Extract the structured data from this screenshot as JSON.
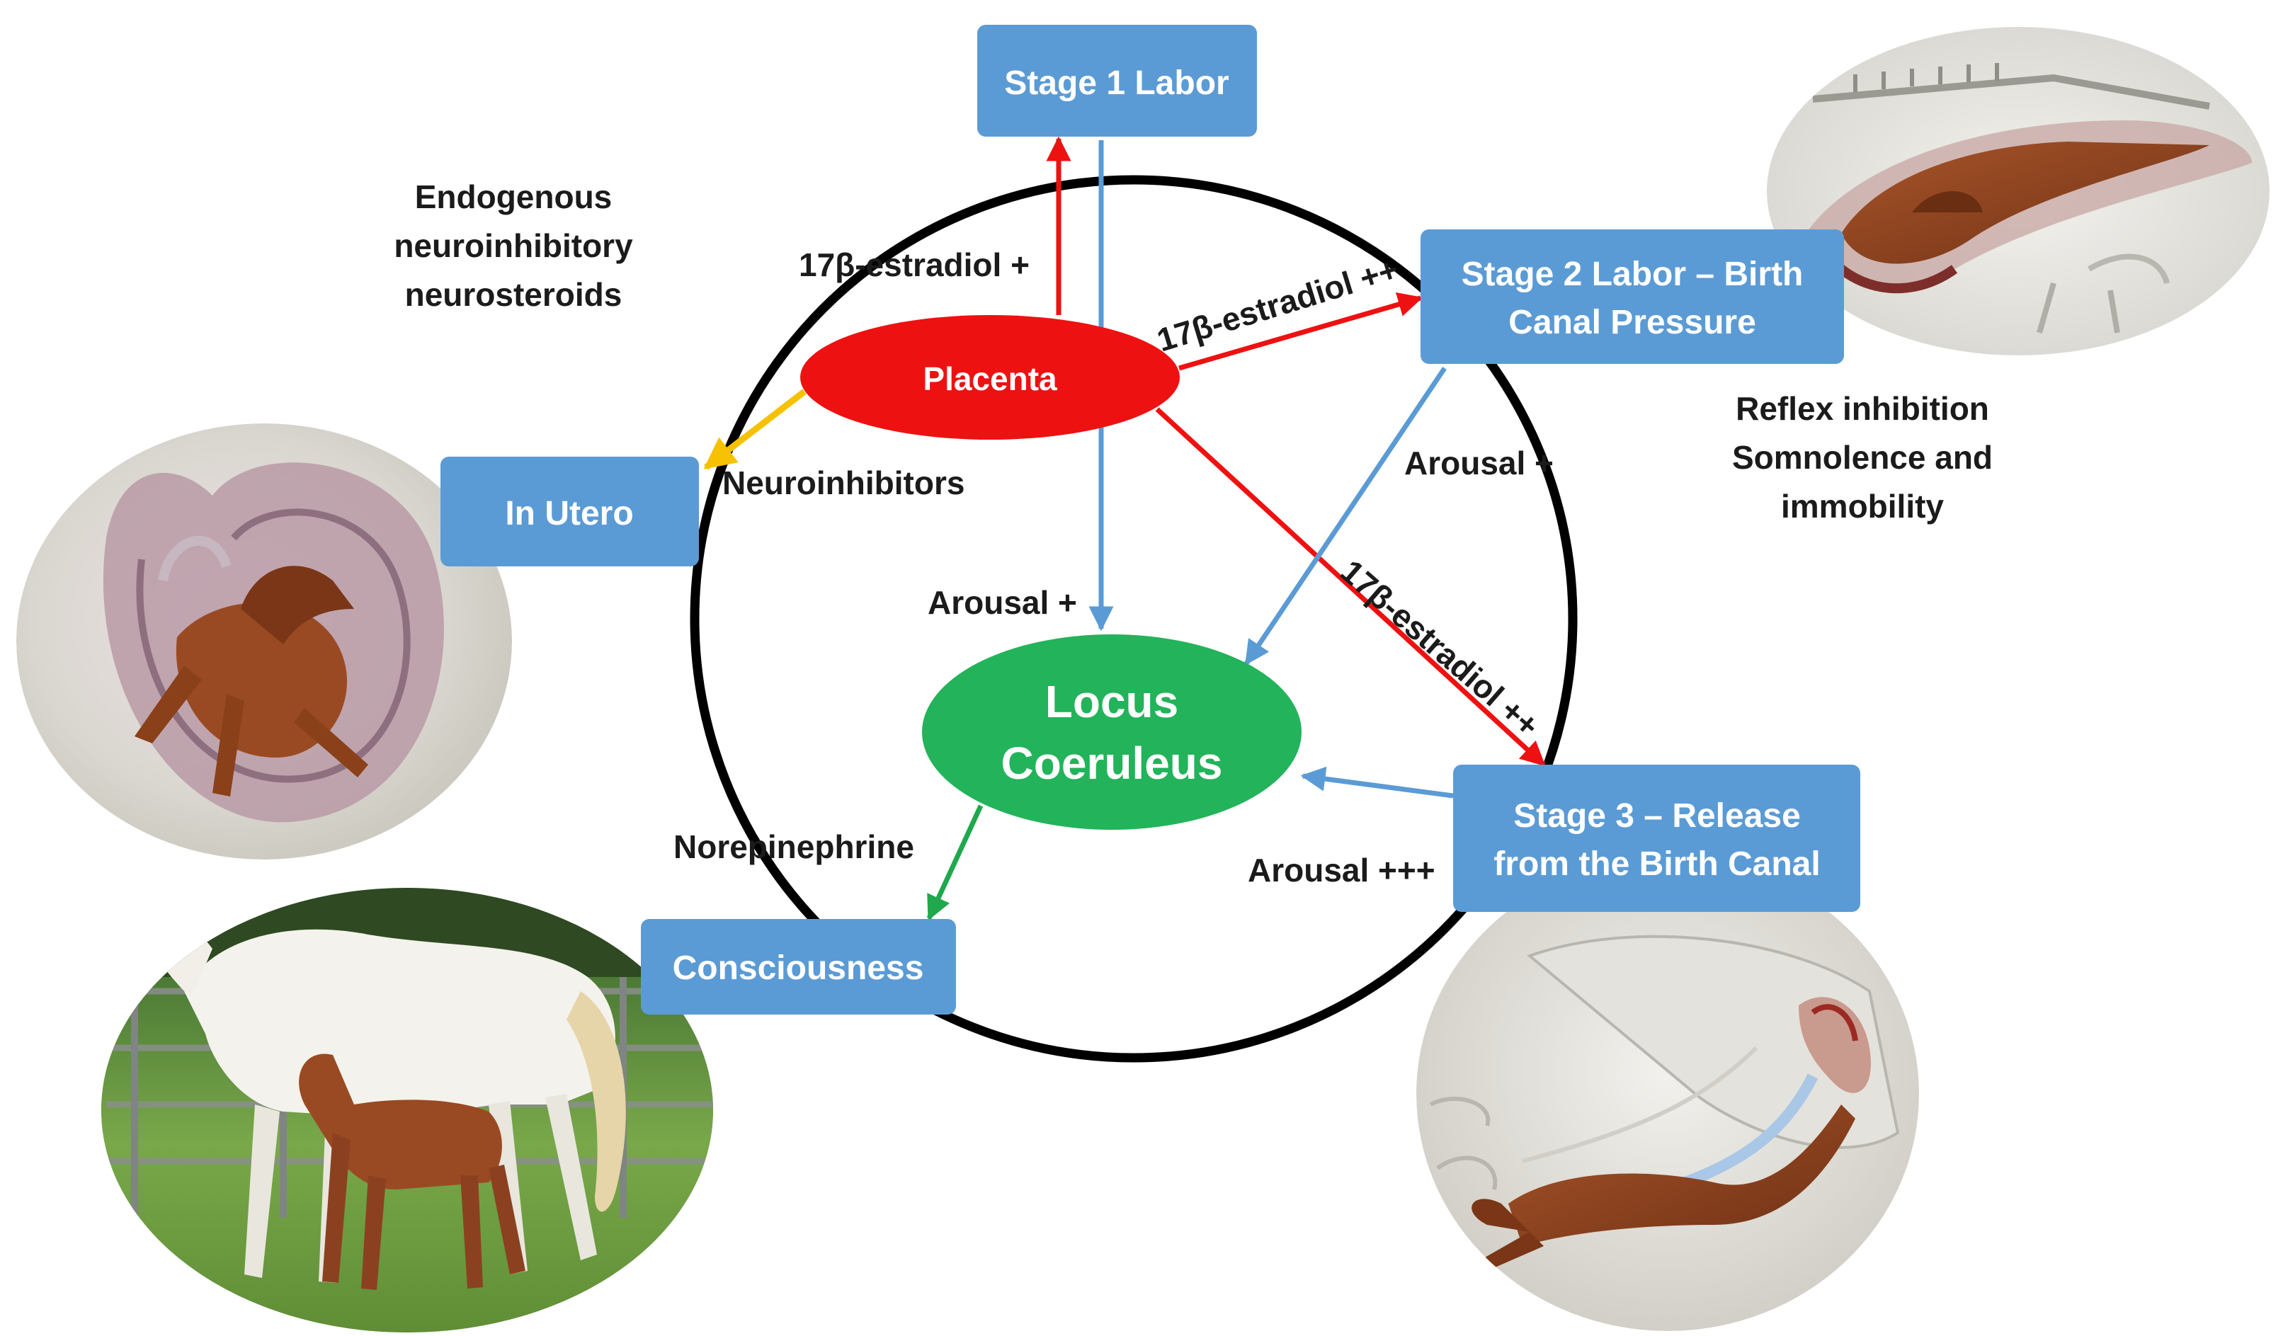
{
  "nodes": {
    "stage1": "Stage 1 Labor",
    "stage2": [
      "Stage 2 Labor – Birth",
      "Canal Pressure"
    ],
    "stage3": [
      "Stage 3 – Release",
      "from the Birth Canal"
    ],
    "in_utero": "In Utero",
    "consciousness": "Consciousness",
    "placenta": "Placenta",
    "locus": [
      "Locus",
      "Coeruleus"
    ]
  },
  "labels": {
    "endogenous": [
      "Endogenous",
      "neuroinhibitory",
      "neurosteroids"
    ],
    "reflex": [
      "Reflex inhibition",
      "Somnolence and",
      "immobility"
    ],
    "estradiol_plus": "17β-estradiol +",
    "estradiol_pp_stage2": "17β-estradiol ++",
    "estradiol_pp_stage3": "17β-estradiol ++",
    "neuroinhibitors": "Neuroinhibitors",
    "arousal_plus_stage1": "Arousal +",
    "arousal_plus_stage2": "Arousal +",
    "arousal_ppp": "Arousal +++",
    "norepinephrine": "Norepinephrine"
  },
  "colors": {
    "box_blue": "#5b9bd5",
    "placenta_red": "#ee1111",
    "locus_green": "#23b35a",
    "arrow_red": "#ee1111",
    "arrow_blue": "#5b9bd5",
    "arrow_yellow": "#f6c100",
    "arrow_green": "#1fa84c",
    "circle": "#000000"
  },
  "images": {
    "foal_in_utero": "foal-in-utero-illustration",
    "foal_in_birth_canal": "foal-in-birth-canal-illustration",
    "foal_delivered": "foal-delivery-illustration",
    "mare_and_foal": "mare-and-foal-photo"
  }
}
